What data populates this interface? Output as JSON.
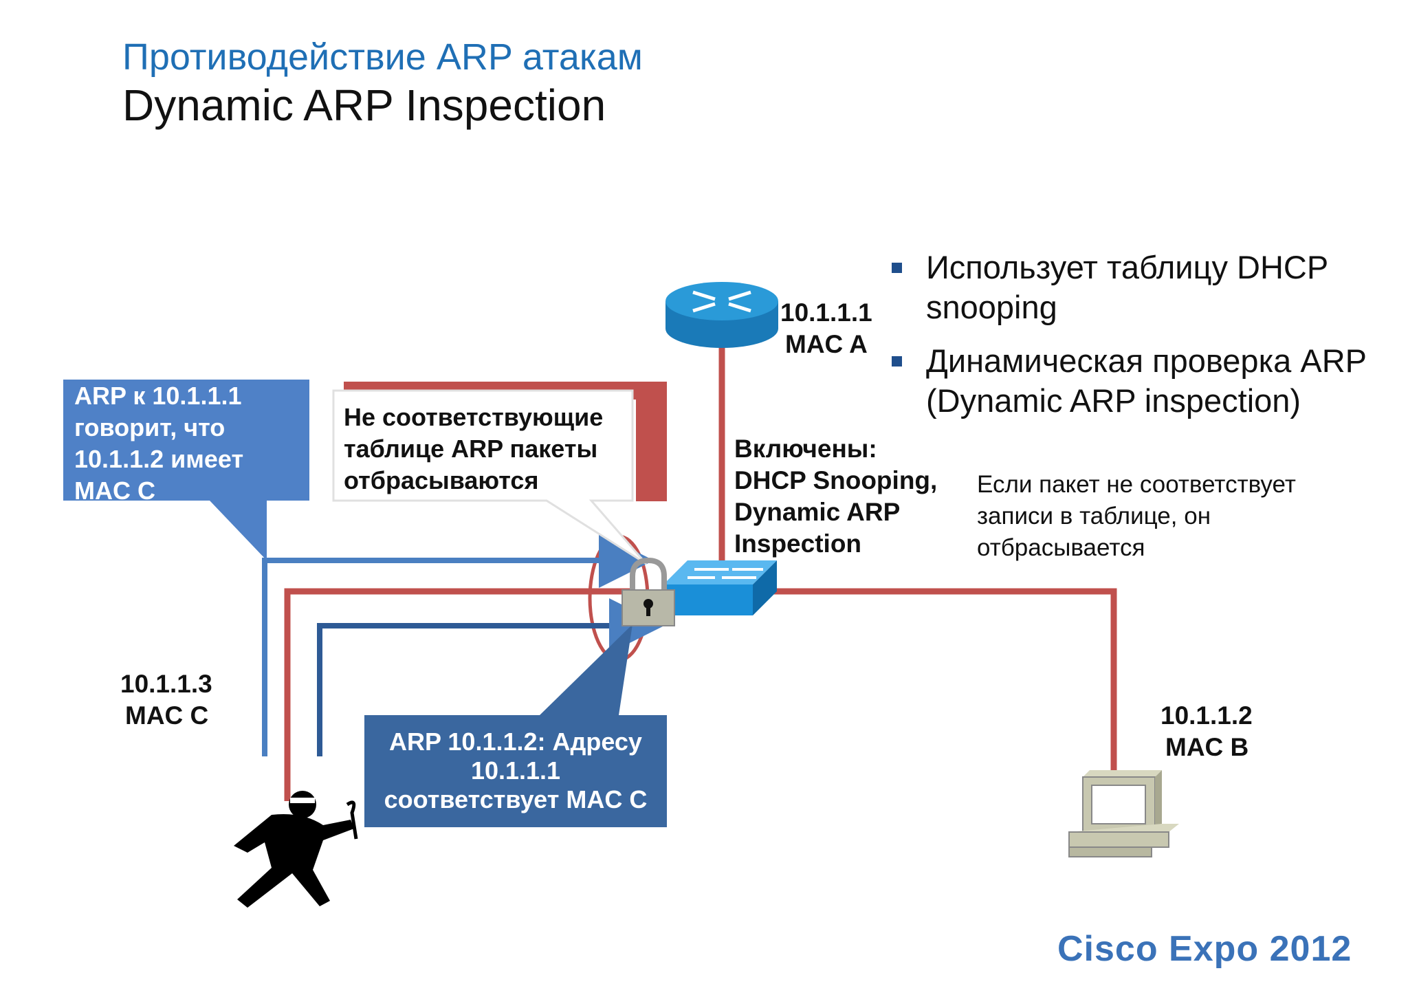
{
  "header": {
    "subtitle": "Противодействие ARP атакам",
    "title": "Dynamic ARP Inspection"
  },
  "bullets": [
    "Использует таблицу DHCP snooping",
    "Динамическая проверка ARP (Dynamic ARP inspection)"
  ],
  "note": "Если пакет не соответствует записи в таблице, он отбрасывается",
  "router": {
    "ip": "10.1.1.1",
    "mac": "MAC A"
  },
  "switch_label": {
    "line1": "Включены:",
    "line2": "DHCP Snooping,",
    "line3": "Dynamic ARP",
    "line4": "Inspection"
  },
  "attacker": {
    "ip": "10.1.1.3",
    "mac": "MAC C"
  },
  "host": {
    "ip": "10.1.1.2",
    "mac": "MAC B"
  },
  "callouts": {
    "top_left": {
      "l1": "ARP к 10.1.1.1",
      "l2": "говорит, что",
      "l3": "10.1.1.2 имеет",
      "l4": "MAC C"
    },
    "drop": {
      "l1": "Не соответствующие",
      "l2": "таблице ARP пакеты",
      "l3": "отбрасываются"
    },
    "bottom": {
      "l1": "ARP 10.1.1.2: Адресу",
      "l2": "10.1.1.1",
      "l3": "соответствует MAC C"
    }
  },
  "logo": "Cisco Expo 2012",
  "colors": {
    "title_blue": "#1f6fb5",
    "link_red": "#c0504d",
    "arrow_blue": "#4a7fc1",
    "callout_blue": "#4f81c7",
    "callout_dark": "#3a679f",
    "device_blue": "#1f8ad0"
  }
}
